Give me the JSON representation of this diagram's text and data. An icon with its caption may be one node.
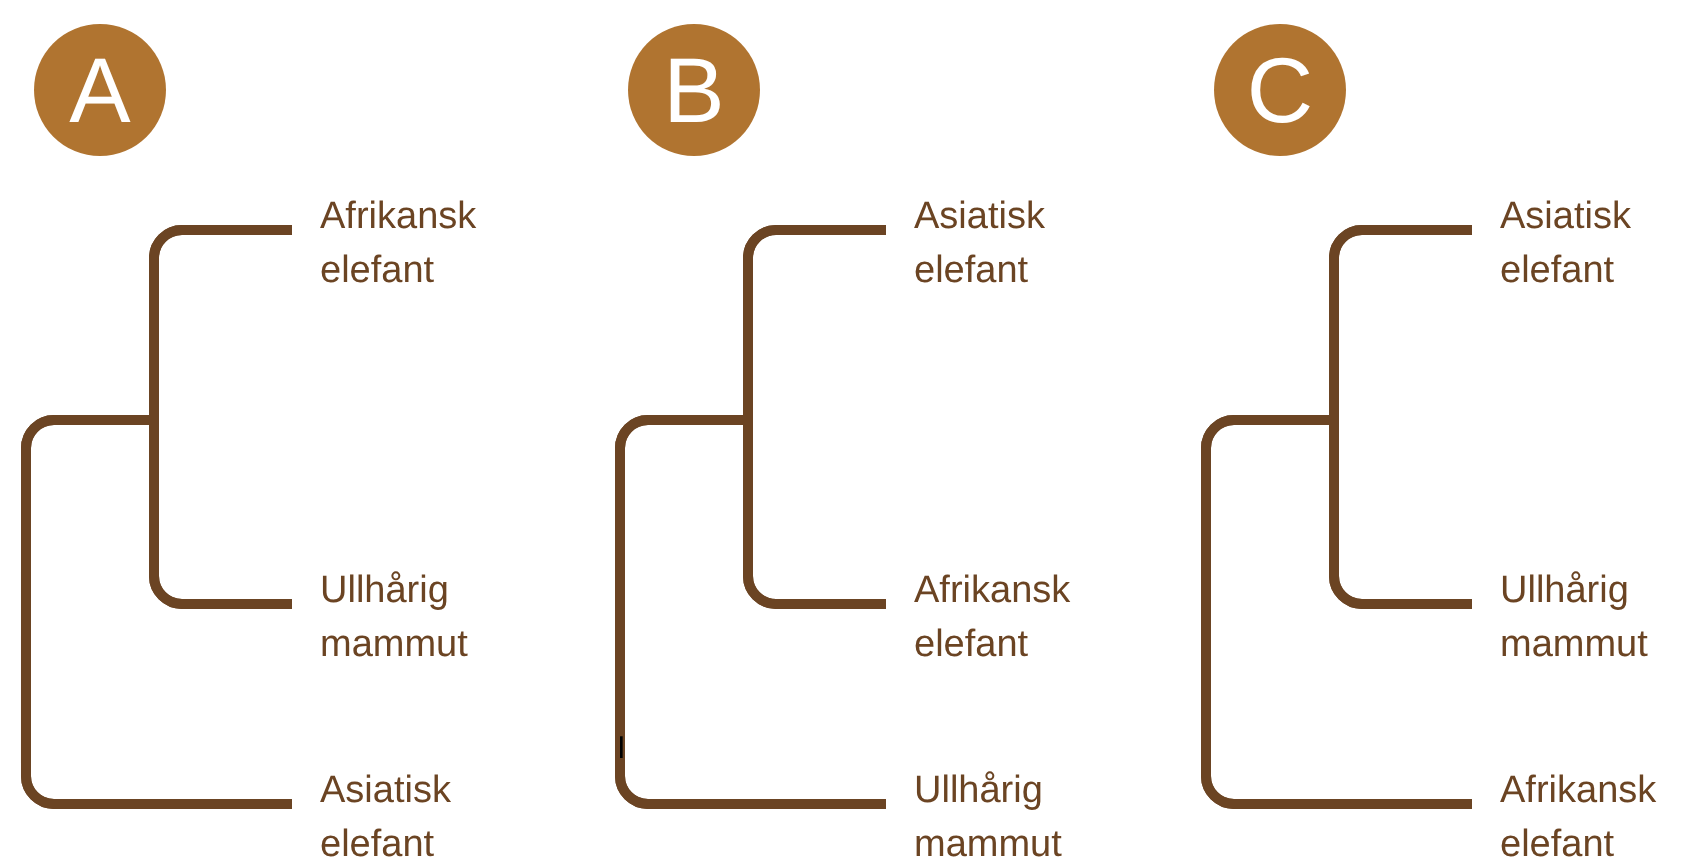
{
  "diagram": {
    "nodes": [
      {
        "text": [
          "A"
        ]
      },
      {
        "text": [
          "Afrikansk elefant"
        ]
      },
      {
        "text": [
          "Ullhårig mammut"
        ]
      },
      {
        "text": [
          "Asiatisk elefant"
        ]
      },
      {
        "text": [
          "B"
        ]
      },
      {
        "text": [
          "Asiatisk elefant"
        ]
      },
      {
        "text": [
          "Afrikansk elefant"
        ]
      },
      {
        "text": [
          "Ullhårig mammut"
        ]
      },
      {
        "text": [
          "C"
        ]
      },
      {
        "text": [
          "Asiatisk elefant"
        ]
      },
      {
        "text": [
          "Ullhårig mammut"
        ]
      },
      {
        "text": [
          "Afrikansk elefant"
        ]
      }
    ],
    "edges": [
      {
        "from": 1,
        "to": 2,
        "arrow": "none"
      },
      {
        "from": 3,
        "to": 1,
        "arrow": "none"
      },
      {
        "from": 3,
        "to": 2,
        "arrow": "none"
      },
      {
        "from": 5,
        "to": 6,
        "arrow": "none"
      },
      {
        "from": 7,
        "to": 5,
        "arrow": "none"
      },
      {
        "from": 7,
        "to": 6,
        "arrow": "none"
      },
      {
        "from": 9,
        "to": 10,
        "arrow": "none"
      },
      {
        "from": 11,
        "to": 9,
        "arrow": "none"
      },
      {
        "from": 11,
        "to": 10,
        "arrow": "none"
      }
    ],
    "labels": [
      "l"
    ]
  }
}
